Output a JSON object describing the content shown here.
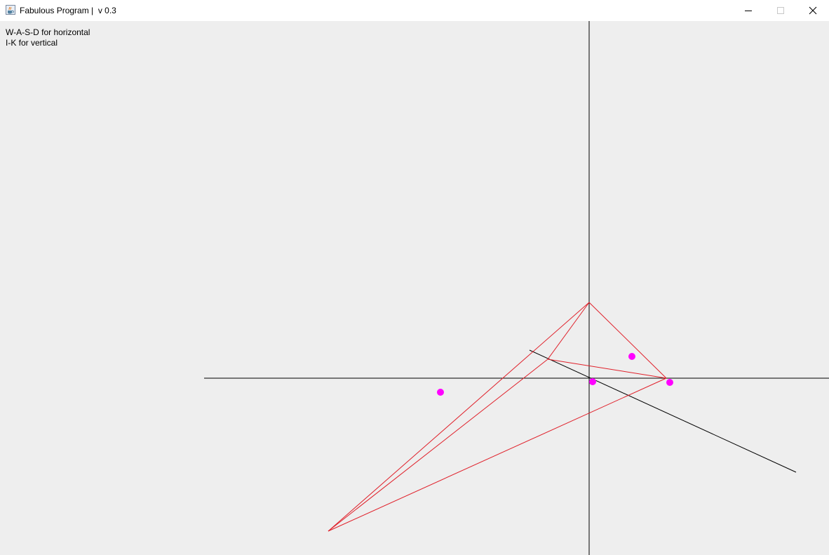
{
  "window": {
    "title": "Fabulous Program |  v 0.3",
    "icon": "java-cup-icon",
    "controls": {
      "minimize": "minimize-icon",
      "maximize": "maximize-icon",
      "close": "close-icon"
    }
  },
  "instructions": {
    "line1": "W-A-S-D for horizontal",
    "line2": "I-K for vertical"
  },
  "colors": {
    "background": "#eeeeee",
    "axis": "#000000",
    "edges": "#e0202a",
    "points": "#ff00ff"
  }
}
